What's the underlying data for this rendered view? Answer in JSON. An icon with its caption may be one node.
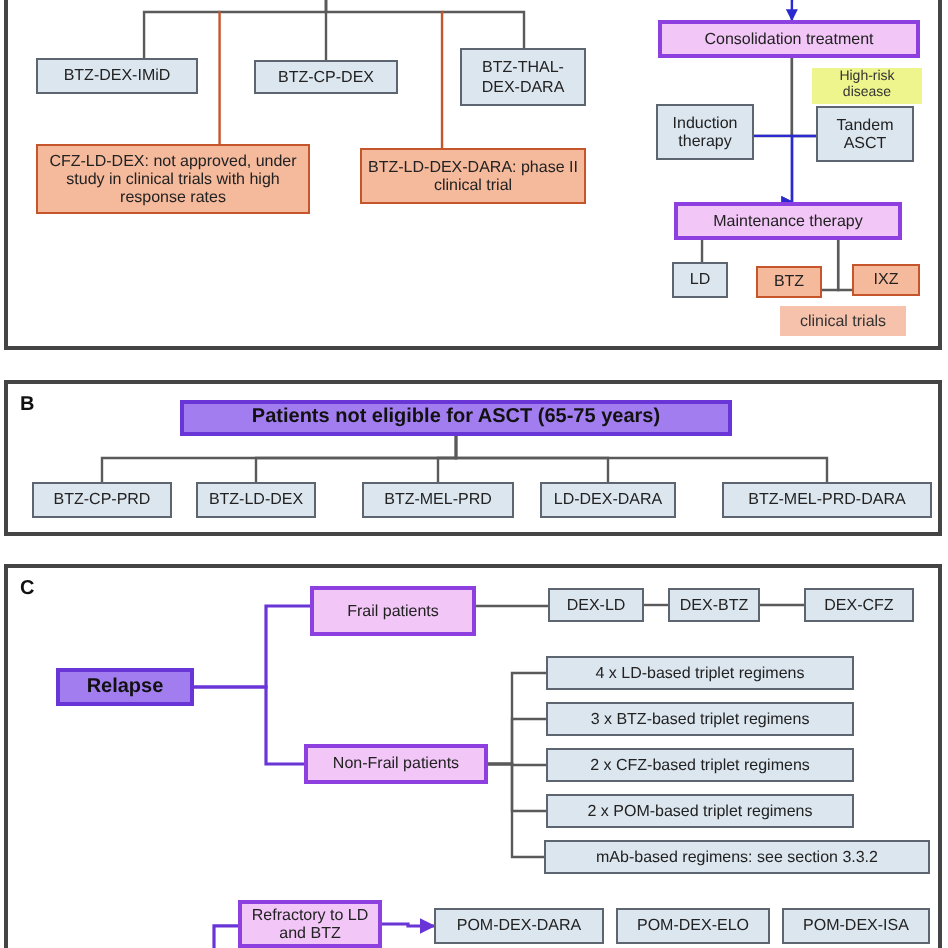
{
  "diagram": {
    "nodes": [
      {
        "text": [],
        "shape": "box"
      },
      {
        "text": [
          "BTZ-DEX-IMiD"
        ],
        "in": 0
      },
      {
        "text": [
          "BTZ-CP-DEX"
        ],
        "in": 0
      },
      {
        "text": [
          "BTZ-THAL-DEX-DARA"
        ],
        "in": 0
      },
      {
        "text": [
          "CFZ-LD-DEX: not approved, under study in clinical trials with high response rates"
        ],
        "in": 0
      },
      {
        "text": [
          "BTZ-LD-DEX-DARA: phase II clinical trial"
        ],
        "in": 0
      },
      {
        "text": [
          "Consolidation treatment"
        ],
        "in": 0
      },
      {
        "text": [
          "High-risk disease"
        ],
        "in": 0
      },
      {
        "text": [
          "Induction therapy"
        ],
        "in": 0
      },
      {
        "text": [
          "Tandem ASCT"
        ],
        "in": 0
      },
      {
        "text": [
          "Maintenance therapy"
        ],
        "in": 0
      },
      {
        "text": [
          "LD"
        ],
        "in": 0
      },
      {
        "text": [
          "BTZ"
        ],
        "in": 0
      },
      {
        "text": [
          "IXZ"
        ],
        "in": 0
      },
      {
        "text": [
          "clinical trials"
        ],
        "in": 0
      },
      {
        "text": [
          "B"
        ]
      },
      {
        "text": [
          "Patients not eligible for ASCT (65-75 years)"
        ],
        "in": 15
      },
      {
        "text": [
          "BTZ-CP-PRD"
        ],
        "in": 15
      },
      {
        "text": [
          "BTZ-LD-DEX"
        ],
        "in": 15
      },
      {
        "text": [
          "BTZ-MEL-PRD"
        ],
        "in": 15
      },
      {
        "text": [
          "LD-DEX-DARA"
        ],
        "in": 15
      },
      {
        "text": [
          "BTZ-MEL-PRD-DARA"
        ],
        "in": 15
      },
      {
        "text": [
          "C"
        ]
      },
      {
        "text": [
          "Frail patients"
        ],
        "in": 22
      },
      {
        "text": [
          "DEX-LD"
        ],
        "in": 22
      },
      {
        "text": [
          "DEX-BTZ"
        ],
        "in": 22
      },
      {
        "text": [
          "DEX-CFZ"
        ],
        "in": 22
      },
      {
        "text": [
          "Relapse"
        ],
        "in": 22
      },
      {
        "text": [
          "Non-Frail patients"
        ],
        "in": 22
      },
      {
        "text": [
          "4 x LD-based triplet regimens"
        ],
        "in": 22
      },
      {
        "text": [
          "3 x BTZ-based triplet regimens"
        ],
        "in": 22
      },
      {
        "text": [
          "2 x CFZ-based triplet regimens"
        ],
        "in": 22
      },
      {
        "text": [
          "2 x POM-based triplet regimens"
        ],
        "in": 22
      },
      {
        "text": [
          "mAb-based regimens: see section 3.3.2"
        ],
        "in": 22
      },
      {
        "text": [
          "Refractory to LD and BTZ"
        ],
        "in": 22
      },
      {
        "text": [
          "POM-DEX-DARA"
        ],
        "in": 22
      },
      {
        "text": [
          "POM-DEX-ELO"
        ],
        "in": 22
      },
      {
        "text": [
          "POM-DEX-ISA"
        ],
        "in": 22
      }
    ],
    "edges": [
      {
        "from": null,
        "to": 1,
        "arrow": "none"
      },
      {
        "from": null,
        "to": 2,
        "arrow": "none"
      },
      {
        "from": null,
        "to": 3,
        "arrow": "none"
      },
      {
        "from": null,
        "to": 4,
        "arrow": "none",
        "color": "#c5562c"
      },
      {
        "from": null,
        "to": 5,
        "arrow": "none",
        "color": "#c5562c"
      },
      {
        "from": null,
        "to": 6,
        "arrow": "to",
        "color": "#2a2ad0"
      },
      {
        "from": 6,
        "to": 8,
        "arrow": "none"
      },
      {
        "from": 6,
        "to": 9,
        "arrow": "none"
      },
      {
        "from": 8,
        "to": 10,
        "arrow": "to",
        "color": "#2a2ad0"
      },
      {
        "from": 9,
        "to": 10,
        "arrow": "to",
        "color": "#2a2ad0"
      },
      {
        "from": 10,
        "to": 11,
        "arrow": "none"
      },
      {
        "from": 10,
        "to": 12,
        "arrow": "none"
      },
      {
        "from": 10,
        "to": 13,
        "arrow": "none"
      },
      {
        "from": 16,
        "to": 17,
        "arrow": "none"
      },
      {
        "from": 16,
        "to": 18,
        "arrow": "none"
      },
      {
        "from": 16,
        "to": 19,
        "arrow": "none"
      },
      {
        "from": 16,
        "to": 20,
        "arrow": "none"
      },
      {
        "from": 16,
        "to": 21,
        "arrow": "none"
      },
      {
        "from": 27,
        "to": 23,
        "arrow": "none",
        "color": "#6a35d6"
      },
      {
        "from": 27,
        "to": 28,
        "arrow": "none",
        "color": "#6a35d6"
      },
      {
        "from": 23,
        "to": 24,
        "arrow": "none"
      },
      {
        "from": 24,
        "to": 25,
        "arrow": "none"
      },
      {
        "from": 25,
        "to": 26,
        "arrow": "none"
      },
      {
        "from": 28,
        "to": 29,
        "arrow": "none"
      },
      {
        "from": 28,
        "to": 30,
        "arrow": "none"
      },
      {
        "from": 28,
        "to": 31,
        "arrow": "none"
      },
      {
        "from": 28,
        "to": 32,
        "arrow": "none"
      },
      {
        "from": 28,
        "to": 33,
        "arrow": "none"
      },
      {
        "from": null,
        "to": 34,
        "arrow": "none",
        "color": "#6a35d6"
      },
      {
        "from": 34,
        "to": 35,
        "arrow": "to",
        "color": "#6a35d6"
      }
    ]
  }
}
